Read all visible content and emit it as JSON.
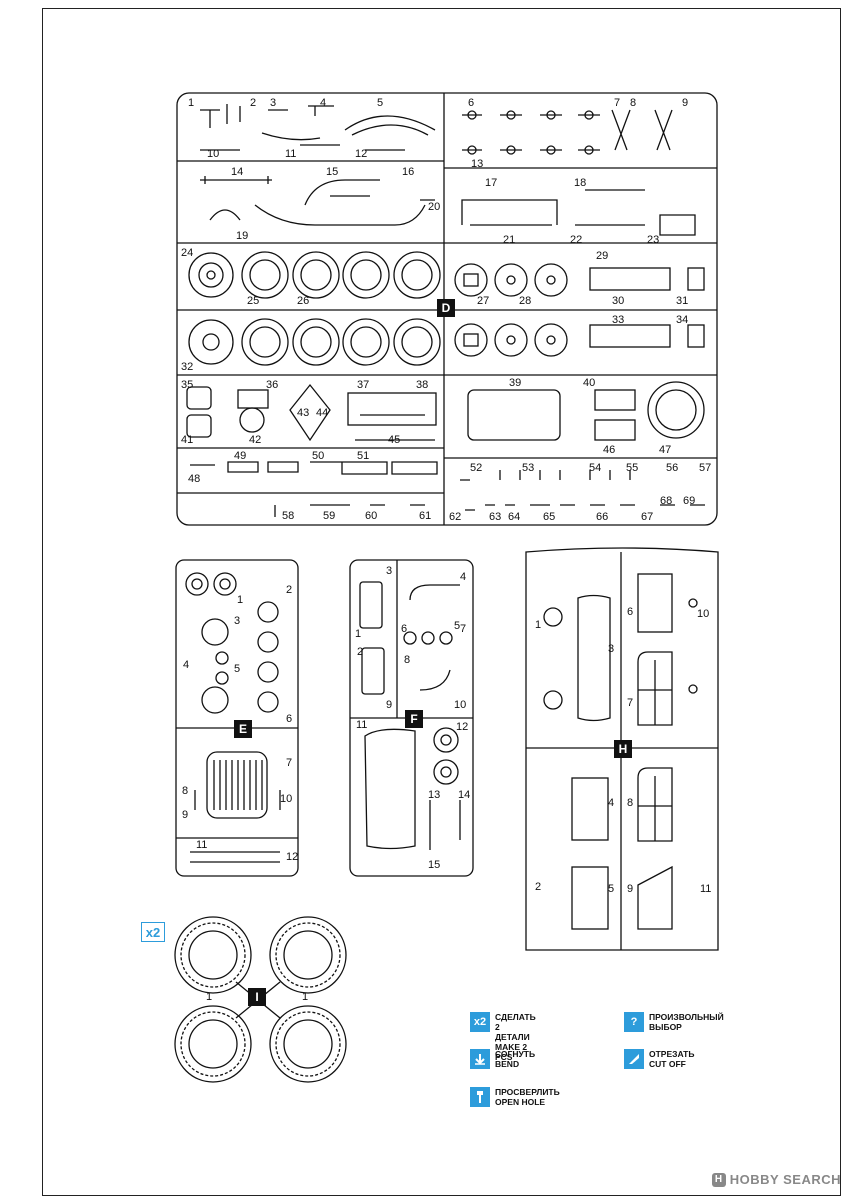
{
  "sprues": {
    "D": {
      "tag": "D",
      "labels": [
        "1",
        "2",
        "3",
        "4",
        "5",
        "6",
        "7",
        "8",
        "9",
        "10",
        "11",
        "12",
        "13",
        "14",
        "15",
        "16",
        "17",
        "18",
        "19",
        "20",
        "21",
        "22",
        "23",
        "24",
        "25",
        "26",
        "27",
        "28",
        "29",
        "30",
        "31",
        "32",
        "33",
        "34",
        "35",
        "36",
        "37",
        "38",
        "39",
        "40",
        "41",
        "42",
        "43",
        "44",
        "45",
        "46",
        "47",
        "48",
        "49",
        "50",
        "51",
        "52",
        "53",
        "54",
        "55",
        "56",
        "57",
        "58",
        "59",
        "60",
        "61",
        "62",
        "63",
        "64",
        "65",
        "66",
        "67",
        "68",
        "69"
      ]
    },
    "E": {
      "tag": "E",
      "labels": [
        "1",
        "2",
        "3",
        "4",
        "5",
        "6",
        "7",
        "8",
        "9",
        "10",
        "11",
        "12"
      ]
    },
    "F": {
      "tag": "F",
      "labels": [
        "1",
        "2",
        "3",
        "4",
        "5",
        "6",
        "7",
        "8",
        "9",
        "10",
        "11",
        "12",
        "13",
        "14",
        "15"
      ]
    },
    "H": {
      "tag": "H",
      "labels": [
        "1",
        "2",
        "3",
        "4",
        "5",
        "6",
        "7",
        "8",
        "9",
        "10",
        "11"
      ]
    },
    "I": {
      "tag": "I",
      "labels": [
        "1",
        "1"
      ],
      "quantity_badge": "x2"
    }
  },
  "legend": {
    "make_two": {
      "icon": "x2",
      "line1": "СДЕЛАТЬ 2 ДЕТАЛИ",
      "line2": "MAKE 2 PCS"
    },
    "optional": {
      "icon": "?",
      "line1": "ПРОИЗВОЛЬНЫЙ",
      "line2": "ВЫБОР"
    },
    "bend": {
      "icon": "bend-arrow-icon",
      "line1": "СОГНУТЬ",
      "line2": "BEND"
    },
    "cut": {
      "icon": "knife-icon",
      "line1": "ОТРЕЗАТЬ",
      "line2": "CUT OFF"
    },
    "drill": {
      "icon": "drill-icon",
      "line1": "ПРОСВЕРЛИТЬ",
      "line2": "OPEN HOLE"
    }
  },
  "watermark": {
    "text": "HOBBY SEARCH"
  },
  "colors": {
    "accent": "#2d9cdb",
    "ink": "#111111",
    "tag_bg": "#111111"
  }
}
